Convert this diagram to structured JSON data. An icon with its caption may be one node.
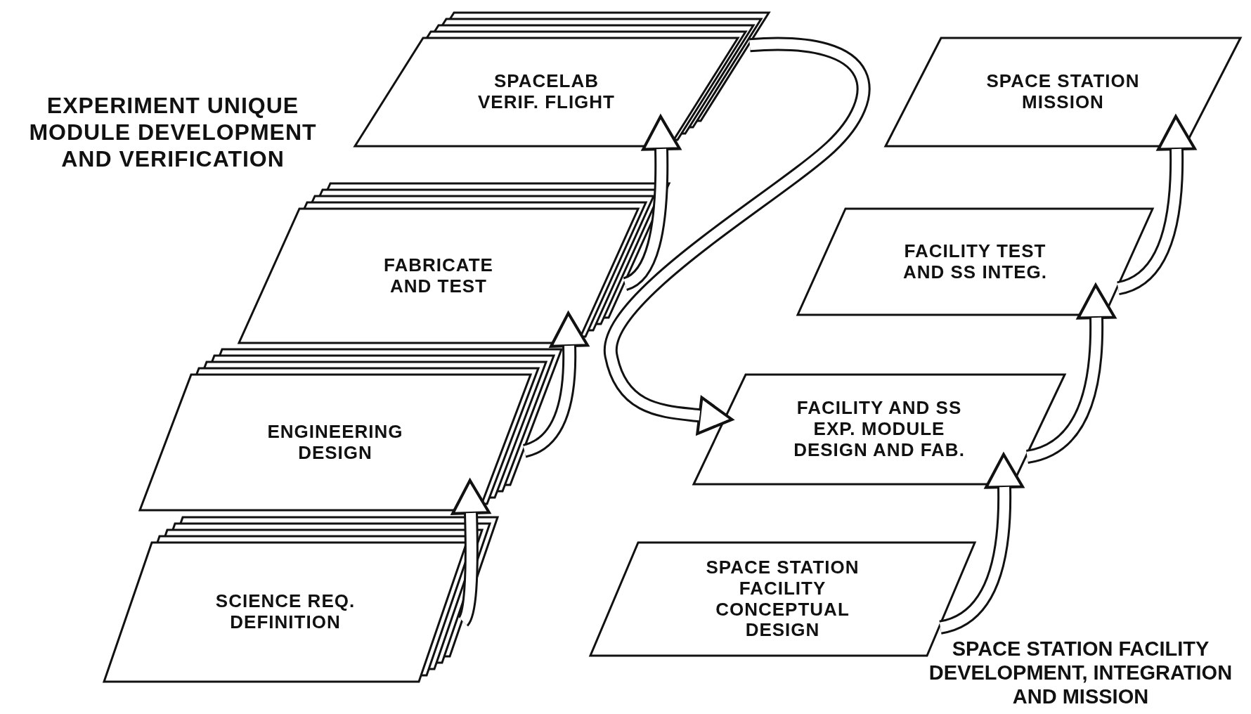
{
  "diagram": {
    "nodes": [
      {
        "text": [
          "SCIENCE REQ. DEFINITION"
        ]
      },
      {
        "text": [
          "ENGINEERING DESIGN"
        ]
      },
      {
        "text": [
          "FABRICATE AND TEST"
        ]
      },
      {
        "text": [
          "SPACELAB VERIF. FLIGHT"
        ]
      },
      {
        "text": [
          "SPACE STATION FACILITY CONCEPTUAL DESIGN"
        ]
      },
      {
        "text": [
          "FACILITY AND SS EXP. MODULE DESIGN AND FAB."
        ]
      },
      {
        "text": [
          "FACILITY TEST AND SS INTEG."
        ]
      },
      {
        "text": [
          "SPACE STATION MISSION"
        ]
      }
    ],
    "edges": [
      {
        "from": 0,
        "to": 1,
        "arrow": "to"
      },
      {
        "from": 1,
        "to": 2,
        "arrow": "to"
      },
      {
        "from": 2,
        "to": 3,
        "arrow": "to"
      },
      {
        "from": 3,
        "to": 5,
        "arrow": "to"
      },
      {
        "from": 4,
        "to": 5,
        "arrow": "to"
      },
      {
        "from": 5,
        "to": 6,
        "arrow": "to"
      },
      {
        "from": 6,
        "to": 7,
        "arrow": "to"
      }
    ],
    "labels": [
      "EXPERIMENT UNIQUE MODULE DEVELOPMENT AND VERIFICATION",
      "SPACE STATION FACILITY DEVELOPMENT, INTEGRATION AND MISSION"
    ]
  }
}
